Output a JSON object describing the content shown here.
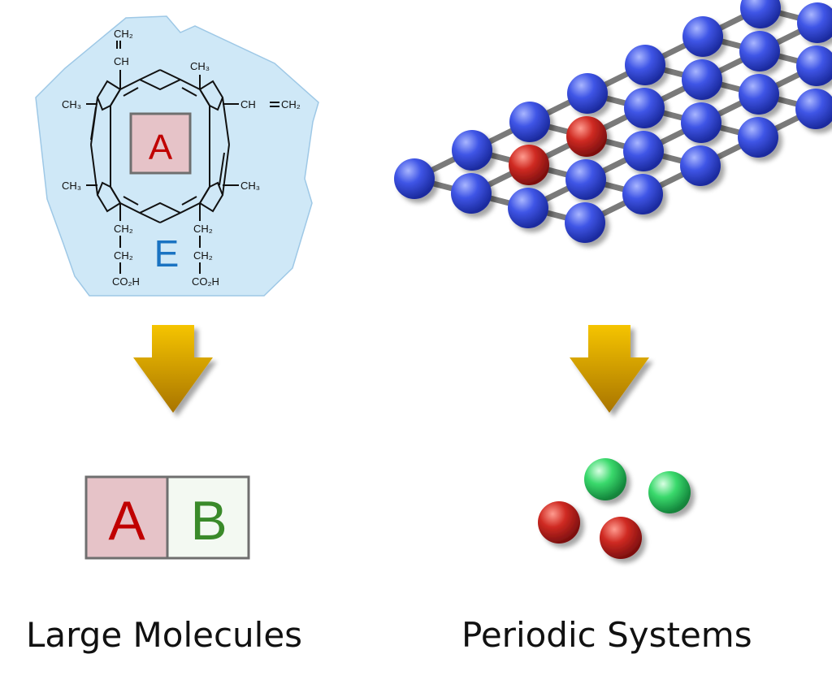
{
  "colors": {
    "region_fill": "#cfe8f7",
    "box_A_fill": "#e6c3c8",
    "box_B_fill": "#f3f9f2",
    "label_A": "#c00000",
    "label_B": "#3a8a2a",
    "label_E": "#1a73c2",
    "arrow_top": "#f5c400",
    "arrow_bottom": "#b07a00",
    "atom_blue": "#2a3fd1",
    "atom_red": "#c41f1f",
    "atom_green": "#2fcf63",
    "bond": "#777777"
  },
  "left_panel": {
    "molecule": {
      "region_label": "E",
      "center_label": "A",
      "substituents": {
        "top_ch2": "CH₂",
        "top_ch": "CH",
        "ch3_top_right": "CH₃",
        "ch3_left": "CH₃",
        "vinyl_right_ch": "CH",
        "vinyl_right_ch2": "CH₂",
        "ch3_lower_left": "CH₃",
        "ch3_lower_right": "CH₃",
        "left_ch2_a": "CH₂",
        "left_ch2_b": "CH₂",
        "left_co2h": "CO₂H",
        "right_ch2_a": "CH₂",
        "right_ch2_b": "CH₂",
        "right_co2h": "CO₂H"
      }
    },
    "fragments": {
      "a": "A",
      "b": "B"
    },
    "caption": "Large Molecules"
  },
  "right_panel": {
    "lattice": {
      "rows": 4,
      "columns": 7,
      "substituted_sites": 2,
      "site_color": "blue",
      "substituted_color": "red"
    },
    "cluster": {
      "red_atoms": 2,
      "green_atoms": 2
    },
    "caption": "Periodic Systems"
  },
  "arrows": {
    "count": 2,
    "direction": "down"
  }
}
